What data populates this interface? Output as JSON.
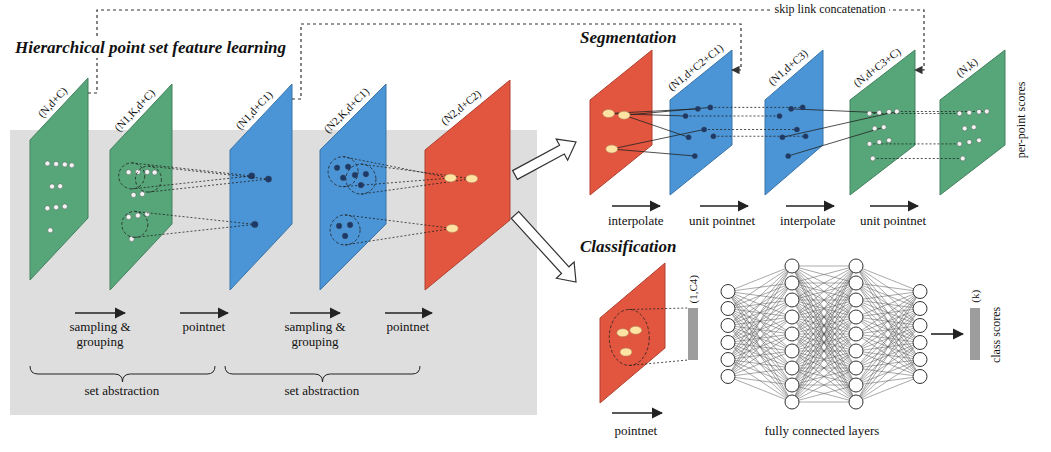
{
  "diagram": {
    "nodes": [
      {
        "text": [
          "Hierarchical point set feature learning"
        ]
      },
      {
        "text": [
          "(N,d+C)"
        ],
        "in": 0
      },
      {
        "text": [
          "(N1,K,d+C)"
        ],
        "in": 0
      },
      {
        "text": [
          "(N1,d+C1)"
        ],
        "in": 0
      },
      {
        "text": [
          "(N2,K,d+C1)"
        ],
        "in": 0
      },
      {
        "text": [
          "(N2,d+C2)"
        ],
        "in": 0
      },
      {
        "text": [
          "(N1,d+C2+C1)"
        ]
      },
      {
        "text": [
          "(N1,d+C3)"
        ]
      },
      {
        "text": [
          "(N,d+C3+C)"
        ]
      },
      {
        "text": [
          "(N,k)"
        ]
      },
      {
        "text": [
          "(1,C4)"
        ]
      },
      {
        "text": [
          "(k)"
        ]
      }
    ],
    "edges": [
      {
        "from": 1,
        "to": 8,
        "arrow": "to",
        "label": "skip link concatenation"
      },
      {
        "from": 3,
        "to": 6,
        "arrow": "to"
      }
    ],
    "labels": [
      "sampling & grouping",
      "pointnet",
      "sampling & grouping",
      "pointnet",
      "set abstraction",
      "set abstraction",
      "Segmentation",
      "interpolate",
      "unit pointnet",
      "interpolate",
      "unit pointnet",
      "per-point scores",
      "Classification",
      "pointnet",
      "fully connected layers",
      "class scores"
    ]
  }
}
